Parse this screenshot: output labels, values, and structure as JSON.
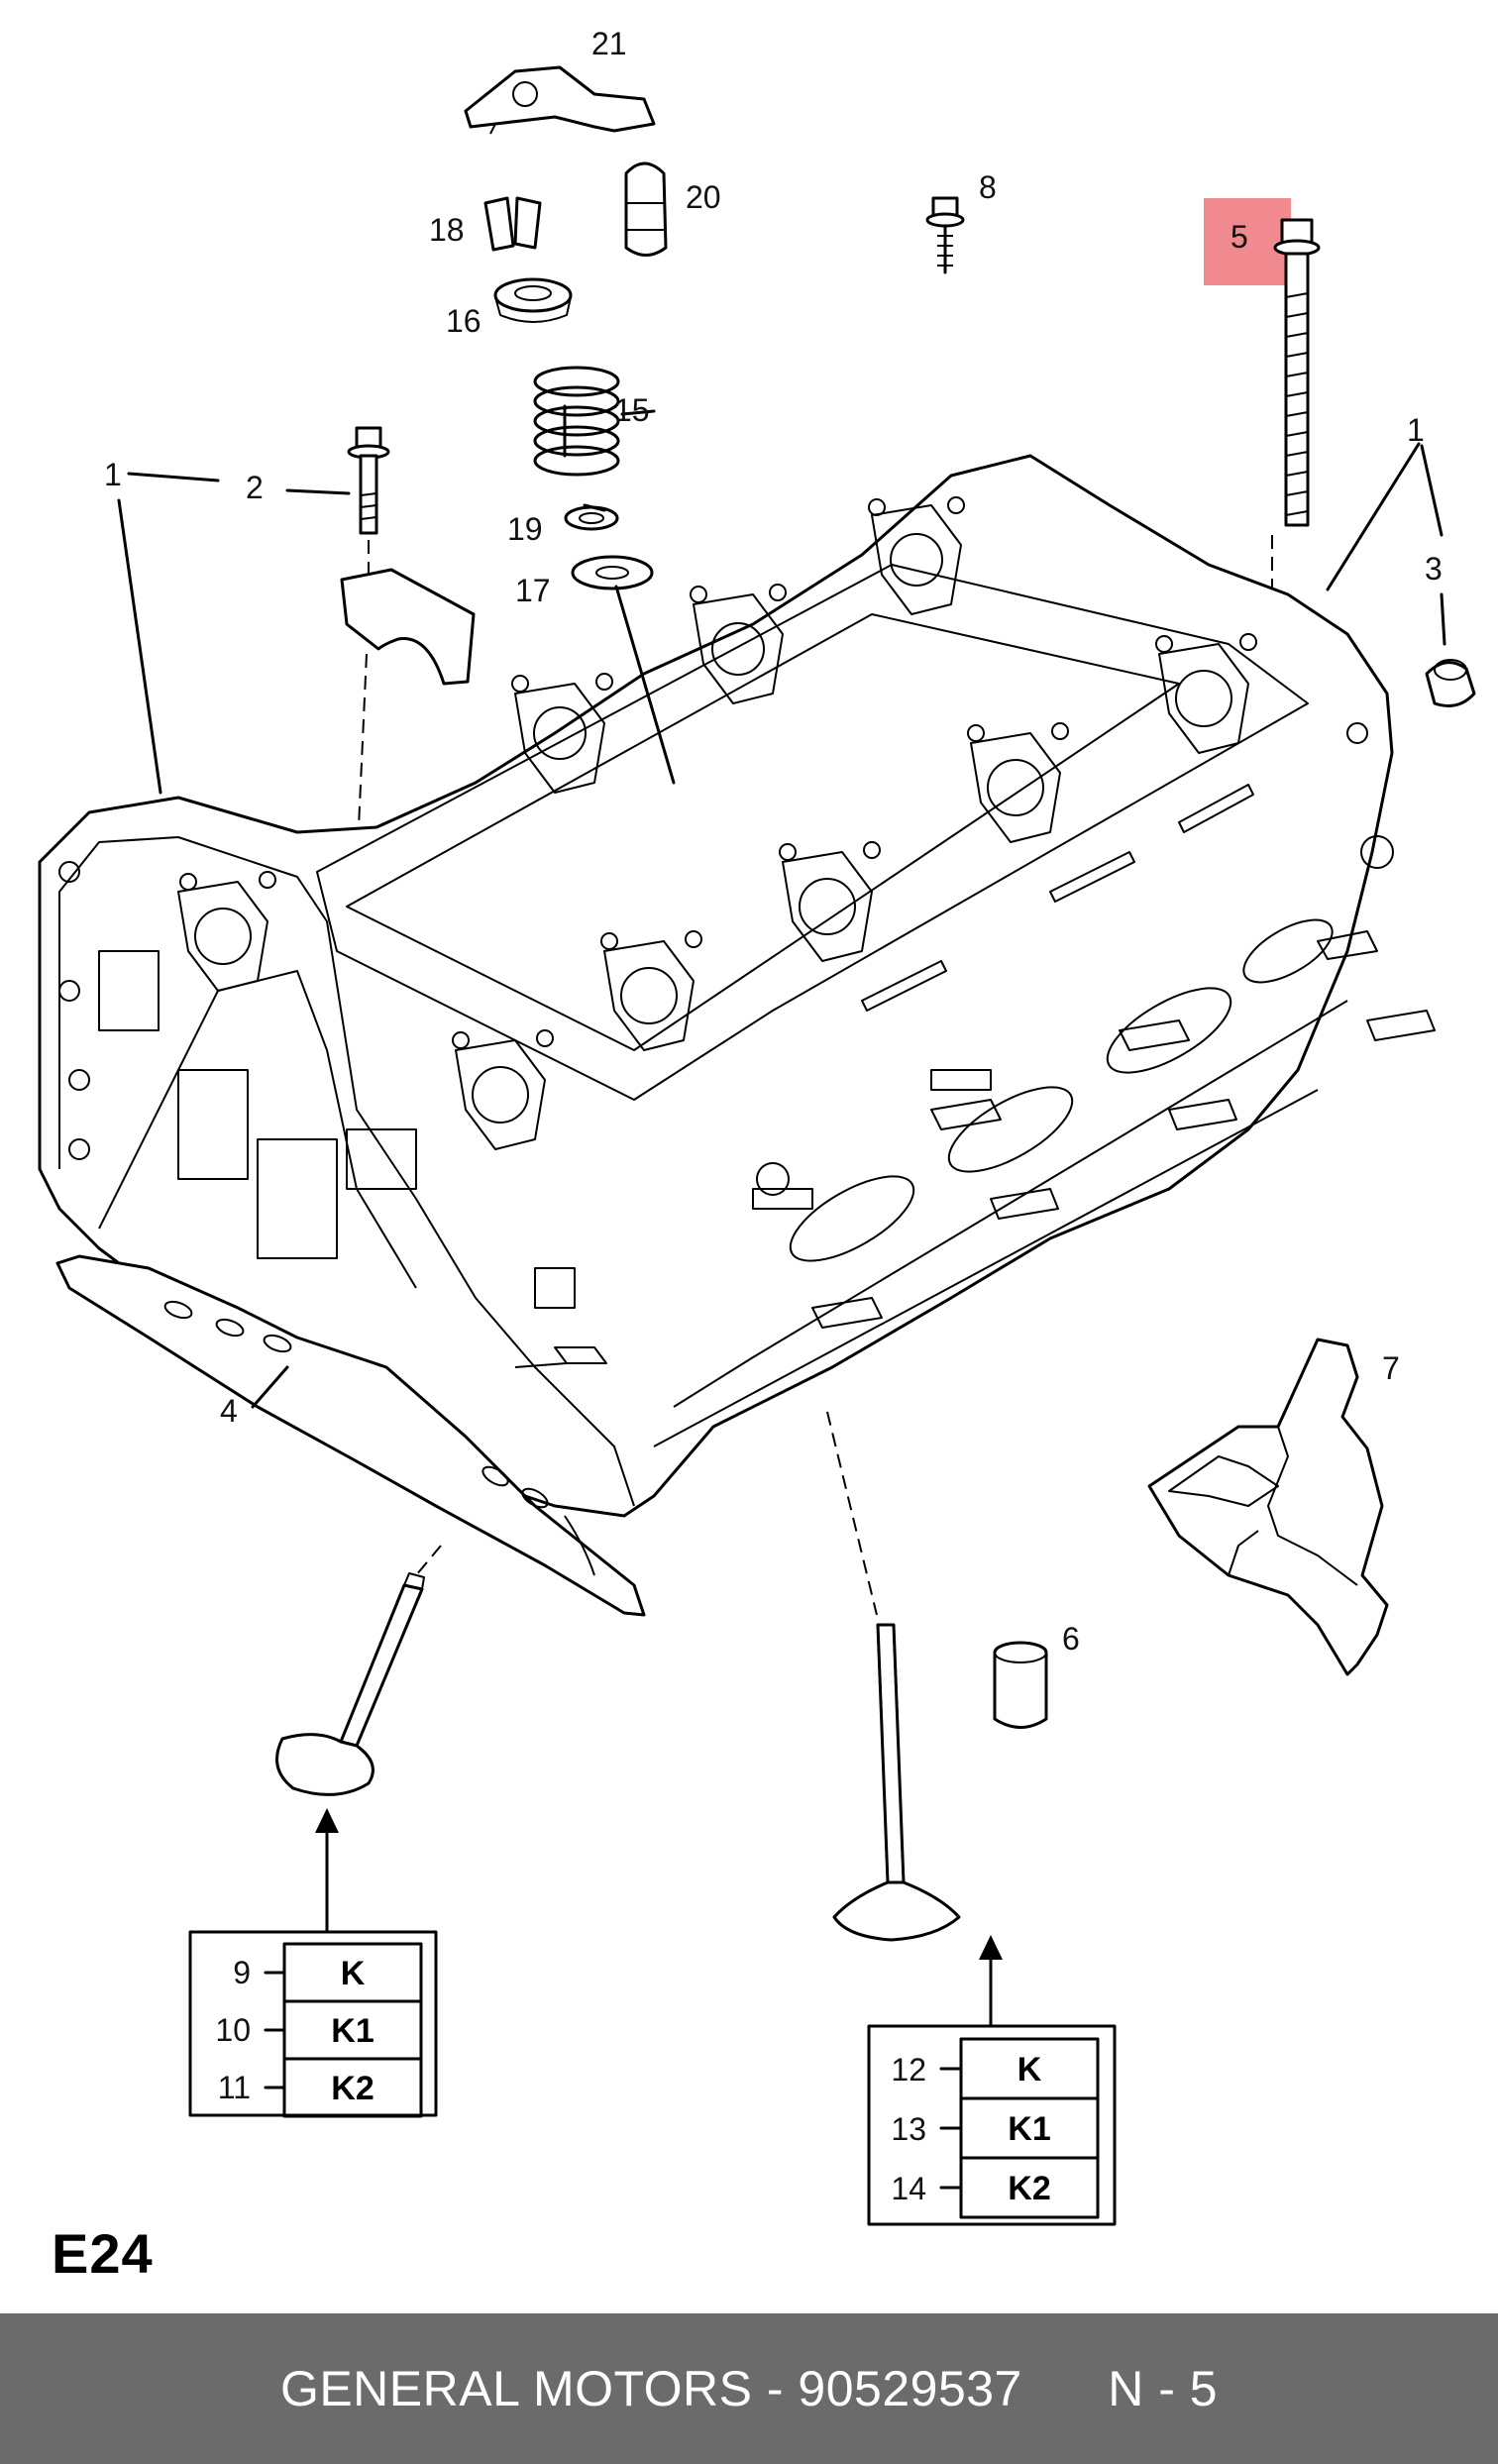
{
  "diagram": {
    "callouts": {
      "p1a": "1",
      "p1b": "1",
      "p2": "2",
      "p3": "3",
      "p4": "4",
      "p5": "5",
      "p6": "6",
      "p7": "7",
      "p8": "8",
      "p15": "15",
      "p16": "16",
      "p17": "17",
      "p18": "18",
      "p19": "19",
      "p20": "20",
      "p21": "21"
    },
    "highlight_color": "#f08a8f",
    "left_valve_table": {
      "rows": [
        {
          "num": "9",
          "code": "K"
        },
        {
          "num": "10",
          "code": "K1"
        },
        {
          "num": "11",
          "code": "K2"
        }
      ]
    },
    "right_valve_table": {
      "rows": [
        {
          "num": "12",
          "code": "K"
        },
        {
          "num": "13",
          "code": "K1"
        },
        {
          "num": "14",
          "code": "K2"
        }
      ]
    }
  },
  "page_code": "E24",
  "footer": {
    "text": "GENERAL MOTORS - 90529537      N - 5",
    "bar_color": "#6b6b6b"
  }
}
